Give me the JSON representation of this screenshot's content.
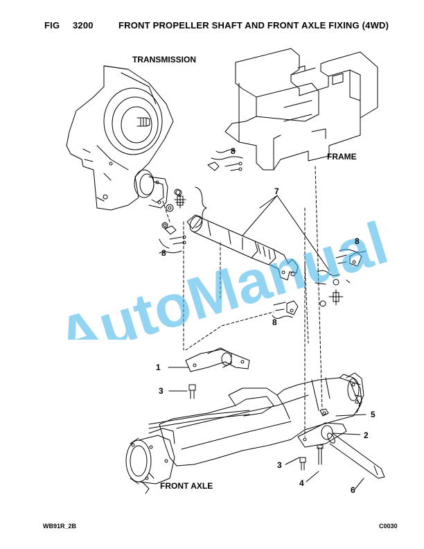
{
  "header": {
    "fig_label": "FIG",
    "fig_number": "3200",
    "title": "FRONT PROPELLER SHAFT AND FRONT AXLE FIXING (4WD)"
  },
  "labels": {
    "transmission": "TRANSMISSION",
    "frame": "FRAME",
    "front_axle": "FRONT AXLE"
  },
  "callouts": [
    "8",
    "7",
    "8",
    "8",
    "8",
    "1",
    "3",
    "5",
    "2",
    "3",
    "4",
    "6"
  ],
  "watermark": {
    "text": "AutoManual",
    "color": "#3ab0e8"
  },
  "footer": {
    "left": "WB91R_2B",
    "right": "C0030"
  }
}
